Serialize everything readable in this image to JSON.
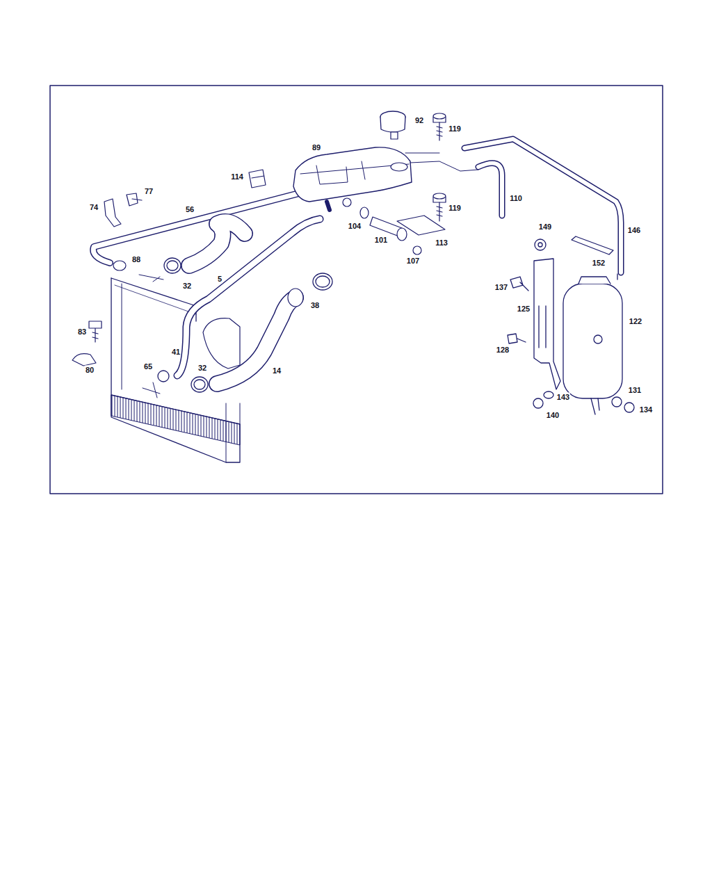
{
  "diagram": {
    "labels": [
      "92",
      "119",
      "89",
      "114",
      "77",
      "74",
      "56",
      "110",
      "119",
      "146",
      "149",
      "104",
      "101",
      "113",
      "88",
      "107",
      "152",
      "32",
      "5",
      "137",
      "38",
      "125",
      "122",
      "83",
      "41",
      "128",
      "80",
      "65",
      "32",
      "14",
      "131",
      "143",
      "134",
      "140"
    ]
  }
}
